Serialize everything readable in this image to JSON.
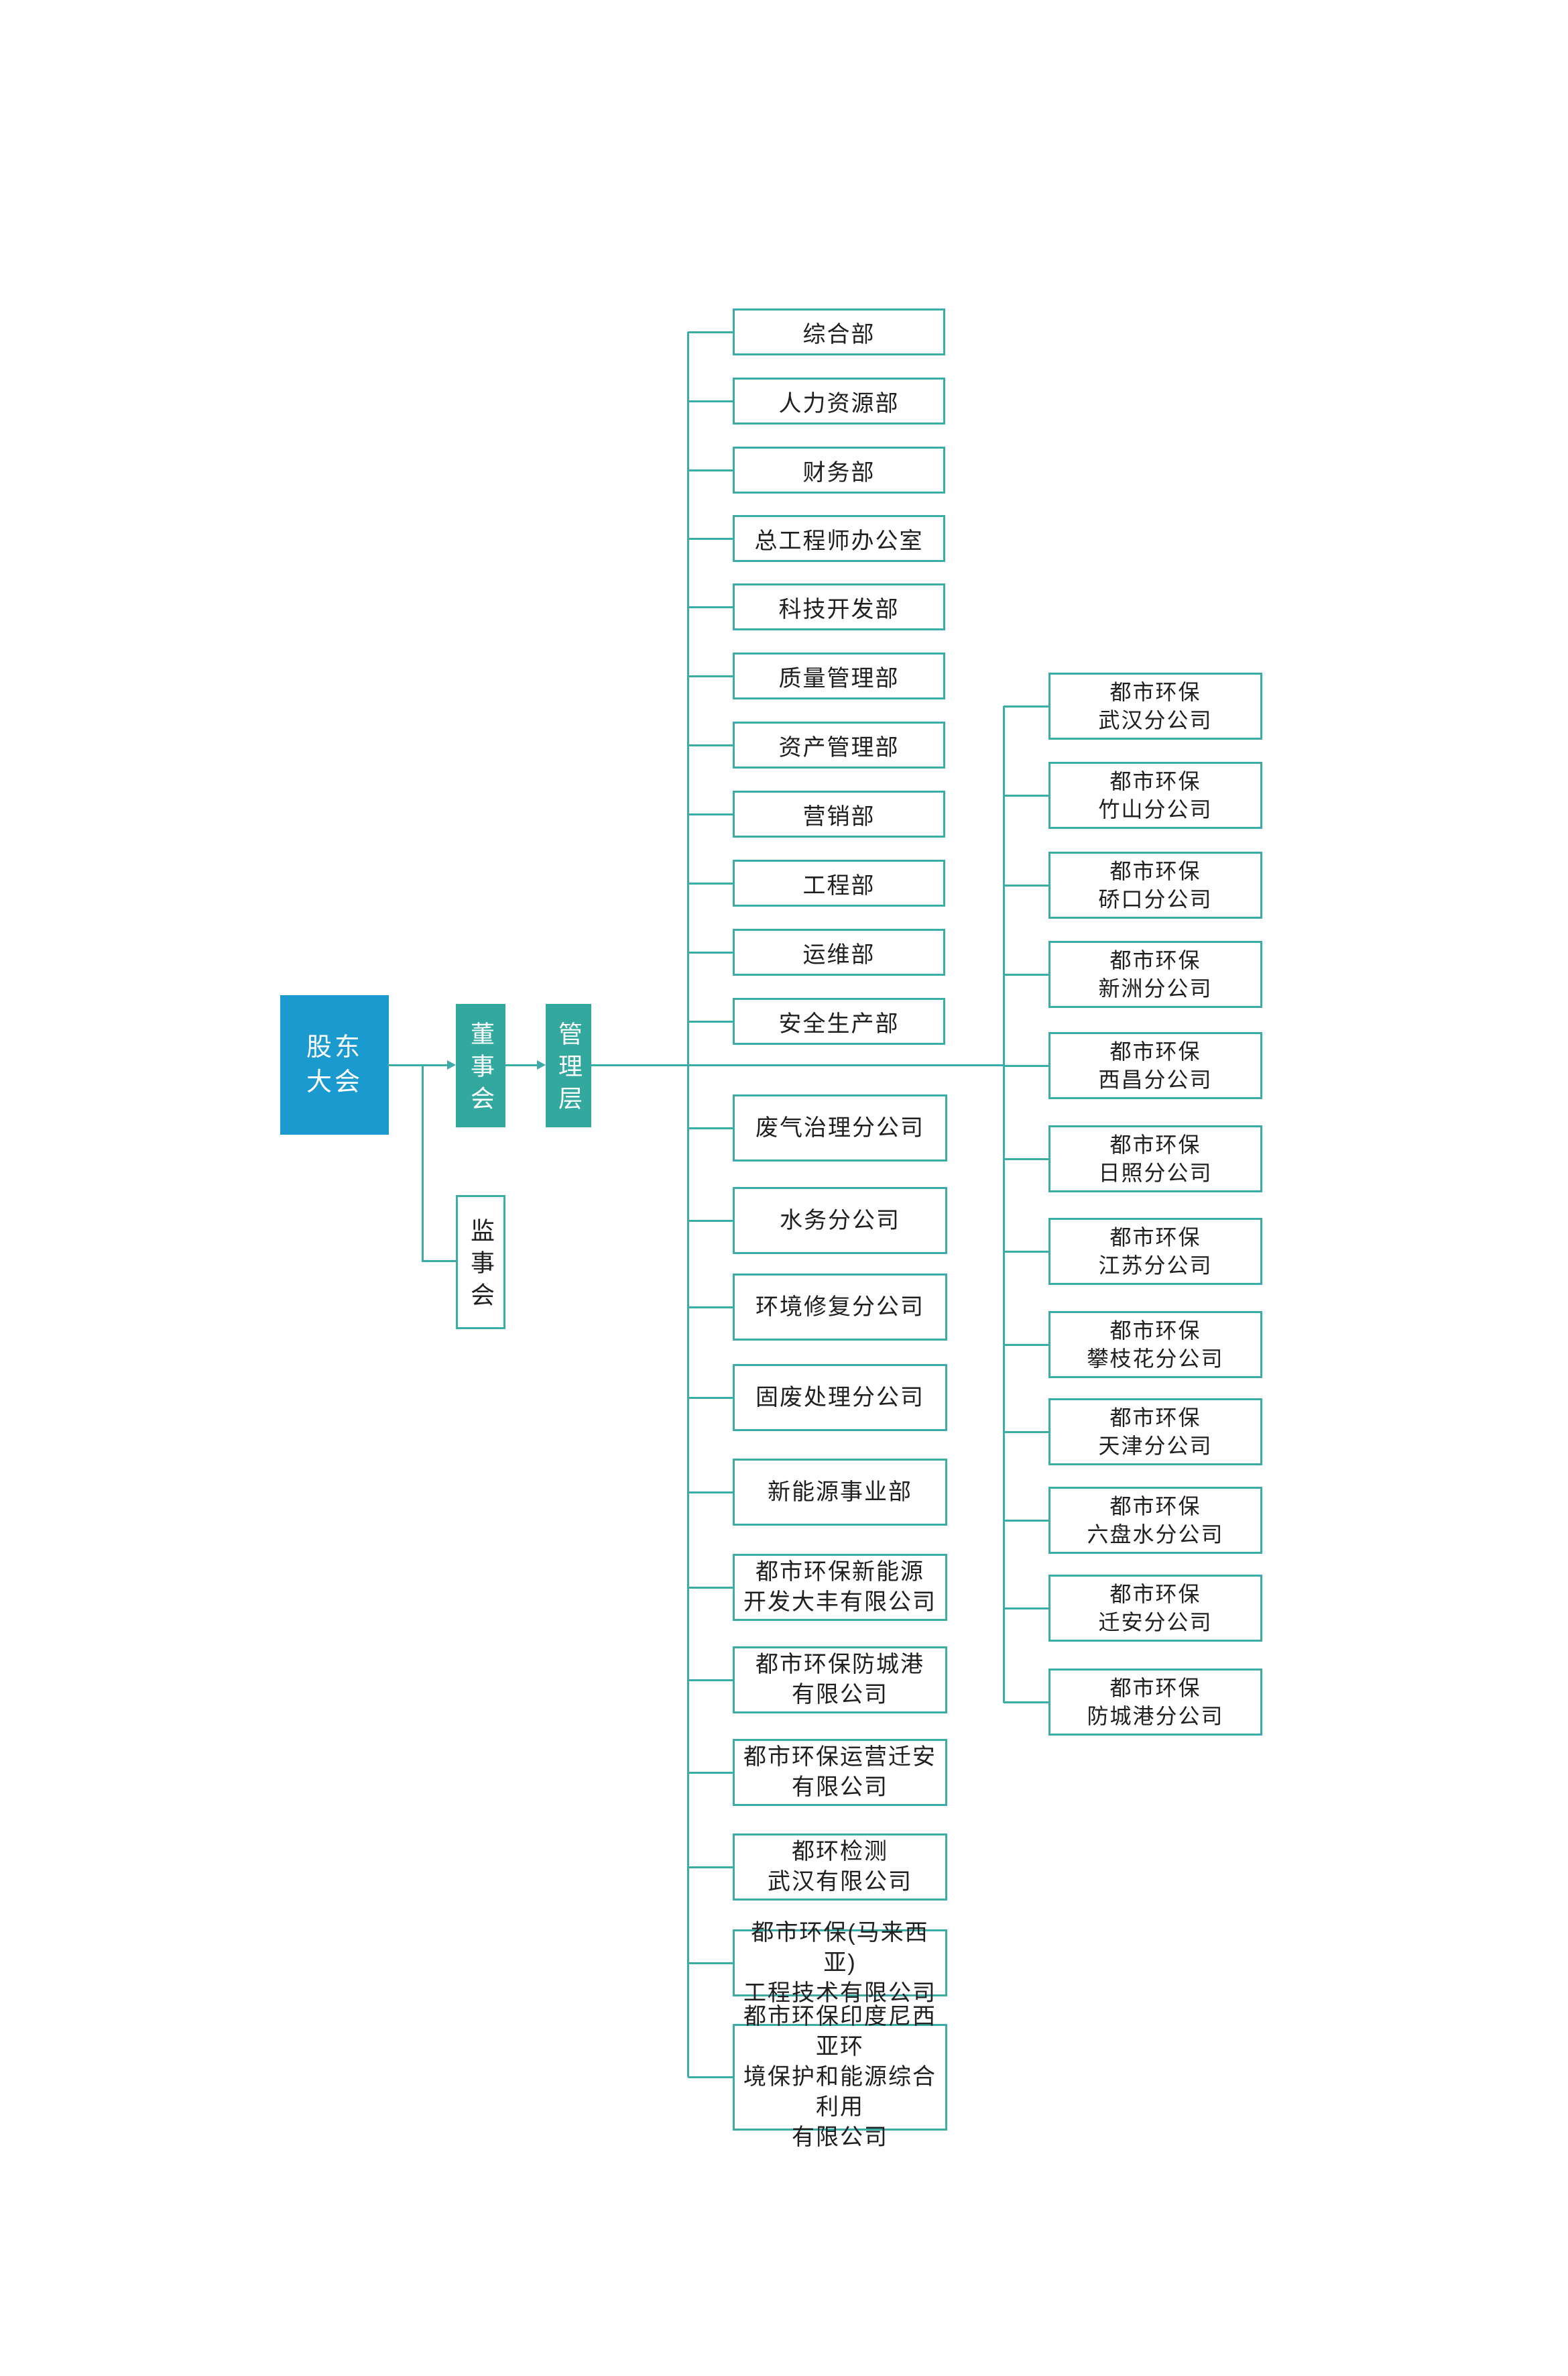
{
  "page": {
    "kind": "organization-chart",
    "background": "#ffffff"
  },
  "colors": {
    "accent_blue": "#1b9ad0",
    "accent_teal": "#33a89f",
    "line_teal": "#3cada6",
    "text_dark": "#1f1f1f"
  },
  "governance": {
    "shareholders_meeting": "股东\n大会",
    "board_of_directors": "董事会",
    "supervisory_board": "监事会",
    "management": "管理层"
  },
  "departments": [
    "综合部",
    "人力资源部",
    "财务部",
    "总工程师办公室",
    "科技开发部",
    "质量管理部",
    "资产管理部",
    "营销部",
    "工程部",
    "运维部",
    "安全生产部"
  ],
  "subsidiaries": [
    "废气治理分公司",
    "水务分公司",
    "环境修复分公司",
    "固废处理分公司",
    "新能源事业部",
    "都市环保新能源\n开发大丰有限公司",
    "都市环保防城港\n有限公司",
    "都市环保运营迁安\n有限公司",
    "都环检测\n武汉有限公司",
    "都市环保(马来西亚)\n工程技术有限公司",
    "都市环保印度尼西亚环\n境保护和能源综合利用\n有限公司"
  ],
  "branches": [
    "都市环保\n武汉分公司",
    "都市环保\n竹山分公司",
    "都市环保\n硚口分公司",
    "都市环保\n新洲分公司",
    "都市环保\n西昌分公司",
    "都市环保\n日照分公司",
    "都市环保\n江苏分公司",
    "都市环保\n攀枝花分公司",
    "都市环保\n天津分公司",
    "都市环保\n六盘水分公司",
    "都市环保\n迁安分公司",
    "都市环保\n防城港分公司"
  ]
}
